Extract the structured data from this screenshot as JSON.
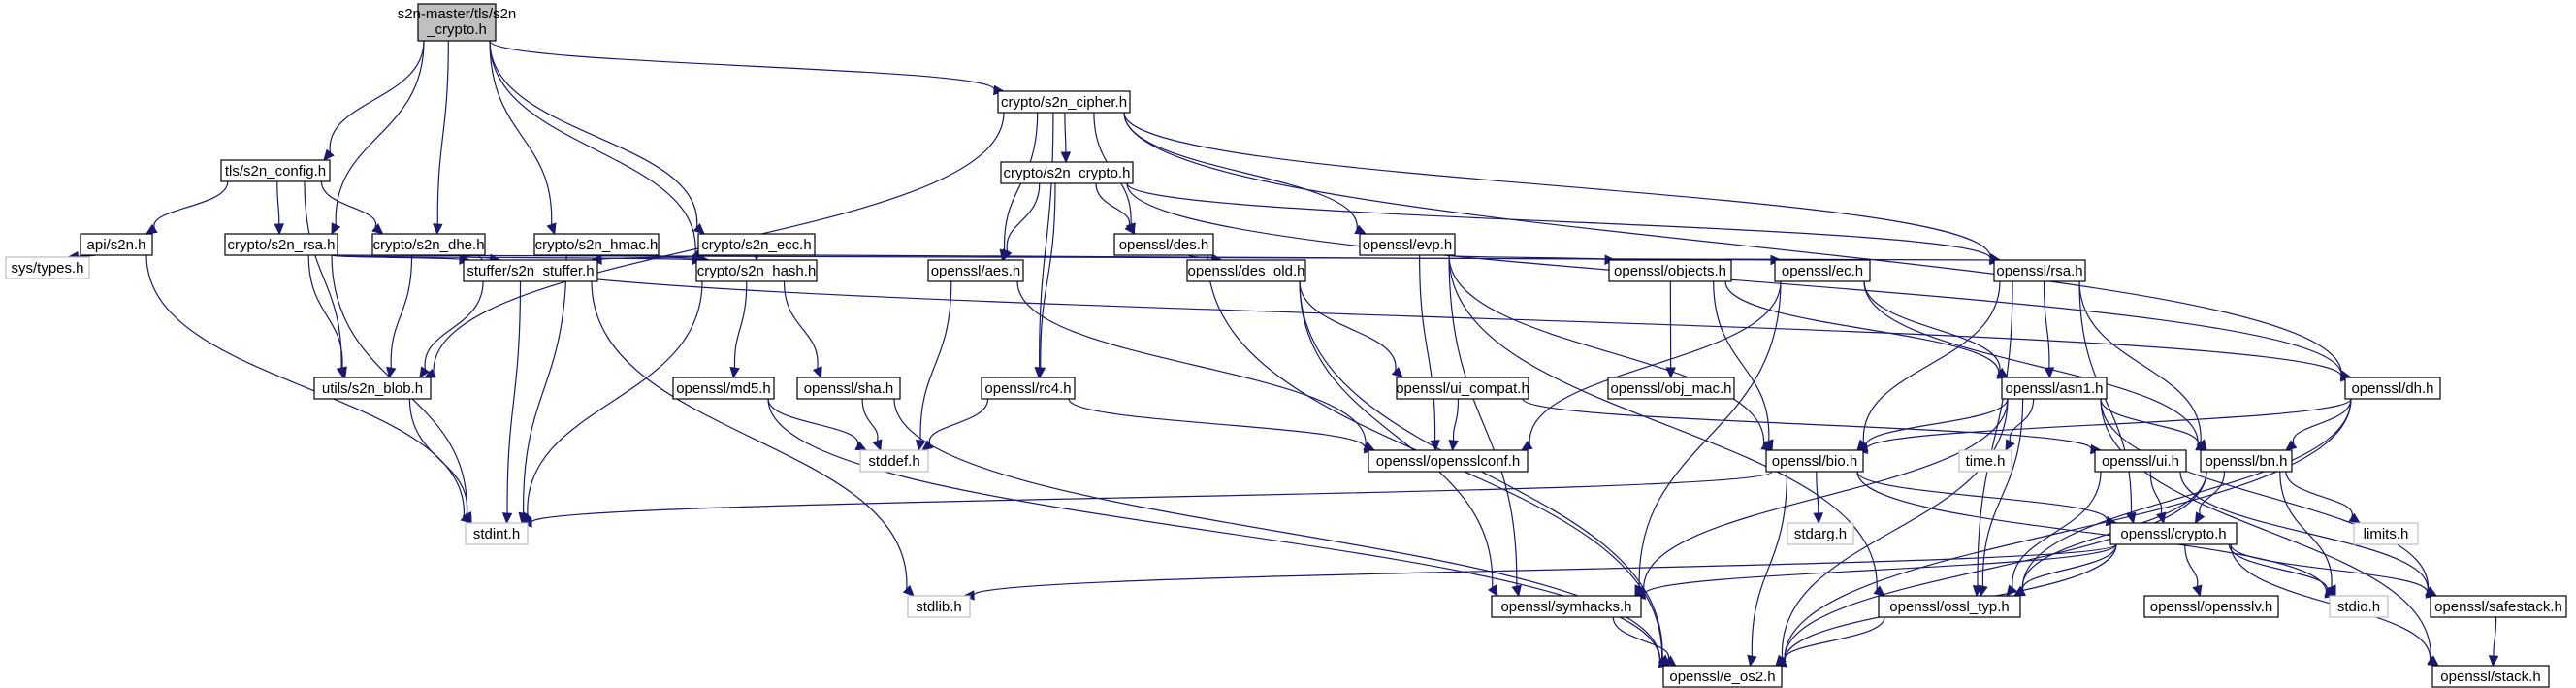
{
  "colors": {
    "edge": "#191970",
    "root_fill": "#bfbfbf",
    "doc_border": "#000000",
    "system_border": "#bfbfbf"
  },
  "nodes": {
    "root": [
      "s2n-master/tls/s2n",
      "_crypto.h"
    ],
    "tls_s2n_config_h": "tls/s2n_config.h",
    "crypto_s2n_cipher_h": "crypto/s2n_cipher.h",
    "api_s2n_h": "api/s2n.h",
    "crypto_s2n_rsa_h": "crypto/s2n_rsa.h",
    "crypto_s2n_dhe_h": "crypto/s2n_dhe.h",
    "crypto_s2n_hmac_h": "crypto/s2n_hmac.h",
    "crypto_s2n_ecc_h": "crypto/s2n_ecc.h",
    "crypto_s2n_crypto_h": "crypto/s2n_crypto.h",
    "openssl_des_h": "openssl/des.h",
    "openssl_evp_h": "openssl/evp.h",
    "sys_types_h": "sys/types.h",
    "stuffer_s2n_stuffer_h": "stuffer/s2n_stuffer.h",
    "crypto_s2n_hash_h": "crypto/s2n_hash.h",
    "openssl_aes_h": "openssl/aes.h",
    "openssl_des_old_h": "openssl/des_old.h",
    "openssl_objects_h": "openssl/objects.h",
    "openssl_ec_h": "openssl/ec.h",
    "openssl_rsa_h": "openssl/rsa.h",
    "utils_s2n_blob_h": "utils/s2n_blob.h",
    "openssl_md5_h": "openssl/md5.h",
    "openssl_sha_h": "openssl/sha.h",
    "openssl_rc4_h": "openssl/rc4.h",
    "openssl_ui_compat_h": "openssl/ui_compat.h",
    "openssl_obj_mac_h": "openssl/obj_mac.h",
    "openssl_asn1_h": "openssl/asn1.h",
    "openssl_dh_h": "openssl/dh.h",
    "stddef_h": "stddef.h",
    "openssl_opensslconf_h": "openssl/opensslconf.h",
    "openssl_bio_h": "openssl/bio.h",
    "time_h": "time.h",
    "openssl_ui_h": "openssl/ui.h",
    "openssl_bn_h": "openssl/bn.h",
    "stdint_h": "stdint.h",
    "stdarg_h": "stdarg.h",
    "openssl_crypto_h": "openssl/crypto.h",
    "limits_h": "limits.h",
    "stdlib_h": "stdlib.h",
    "openssl_symhacks_h": "openssl/symhacks.h",
    "openssl_ossl_typ_h": "openssl/ossl_typ.h",
    "openssl_opensslv_h": "openssl/opensslv.h",
    "stdio_h": "stdio.h",
    "openssl_safestack_h": "openssl/safestack.h",
    "openssl_e_os2_h": "openssl/e_os2.h",
    "openssl_stack_h": "openssl/stack.h"
  }
}
